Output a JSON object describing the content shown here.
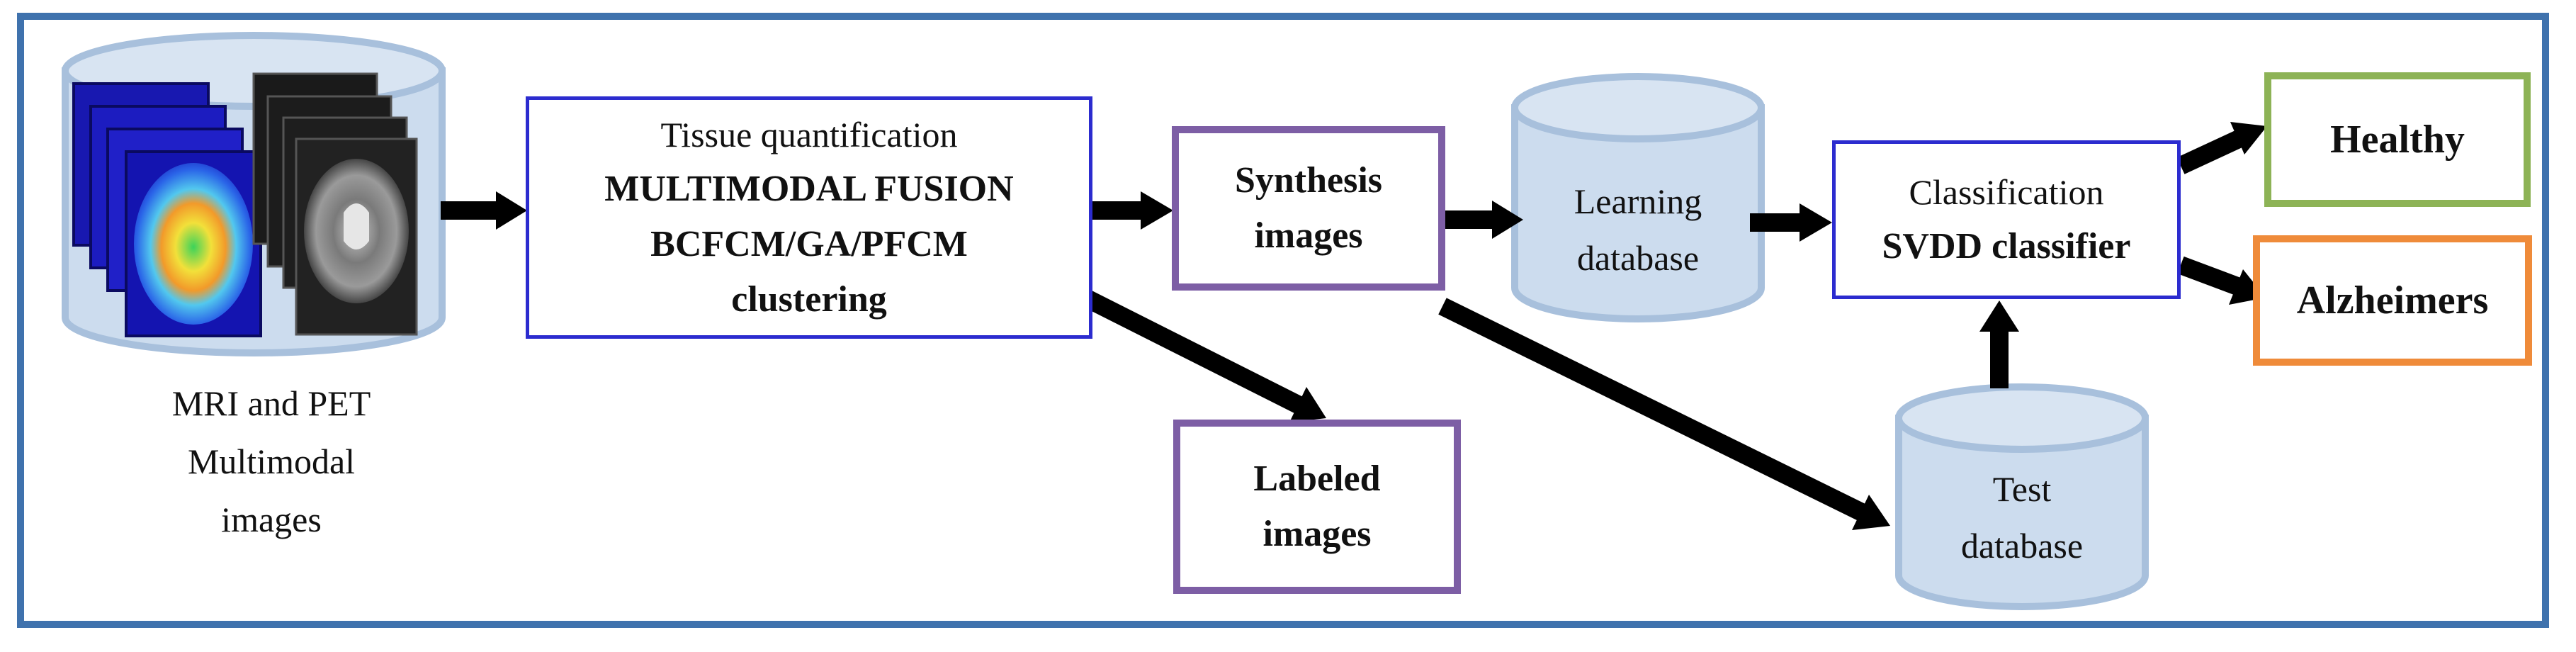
{
  "input_caption": [
    "MRI  and PET",
    "Multimodal",
    "images"
  ],
  "tissue_box": {
    "line1": "Tissue quantification",
    "line2": "MULTIMODAL FUSION",
    "line3": "BCFCM/GA/PFCM",
    "line4": "clustering"
  },
  "synthesis_box": [
    "Synthesis",
    "images"
  ],
  "labeled_box": [
    "Labeled",
    "images"
  ],
  "learning_db": [
    "Learning",
    "database"
  ],
  "test_db": [
    "Test",
    "database"
  ],
  "classification_box": {
    "line1": "Classification",
    "line2": "SVDD classifier"
  },
  "healthy_label": "Healthy",
  "alzheimers_label": "Alzheimers",
  "colors": {
    "frame": "#3f72ad",
    "process_border": "#2c2ccf",
    "image_box_border": "#7d5ea5",
    "healthy_border": "#8db356",
    "alzheimers_border": "#ef8b3a",
    "cylinder_fill": "#ccdcee",
    "cylinder_stroke": "#a8c0dc"
  }
}
